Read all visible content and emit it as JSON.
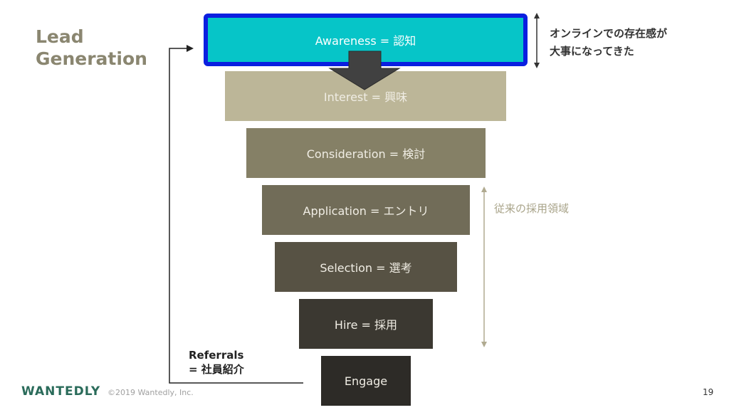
{
  "slide": {
    "title_line1": "Lead",
    "title_line2": "Generation",
    "funnel": [
      {
        "id": "awareness",
        "label": "Awareness = 認知",
        "color": "#06c5c8"
      },
      {
        "id": "interest",
        "label": "Interest = 興味",
        "color": "#bcb698"
      },
      {
        "id": "consideration",
        "label": "Consideration = 検討",
        "color": "#858066"
      },
      {
        "id": "application",
        "label": "Application = エントリ",
        "color": "#716c58"
      },
      {
        "id": "selection",
        "label": "Selection = 選考",
        "color": "#575244"
      },
      {
        "id": "hire",
        "label": "Hire = 採用",
        "color": "#3b3831"
      },
      {
        "id": "engage",
        "label": "Engage",
        "color": "#2d2b27"
      }
    ],
    "highlight_color": "#0a1fe0",
    "note_online_line1": "オンラインでの存在感が",
    "note_online_line2": "大事になってきた",
    "note_recruit": "従来の採用領域",
    "referrals_line1": "Referrals",
    "referrals_line2": "= 社員紹介",
    "logo_text": "WANTEDLY",
    "copyright": "©2019 Wantedly, Inc.",
    "page_number": "19"
  }
}
